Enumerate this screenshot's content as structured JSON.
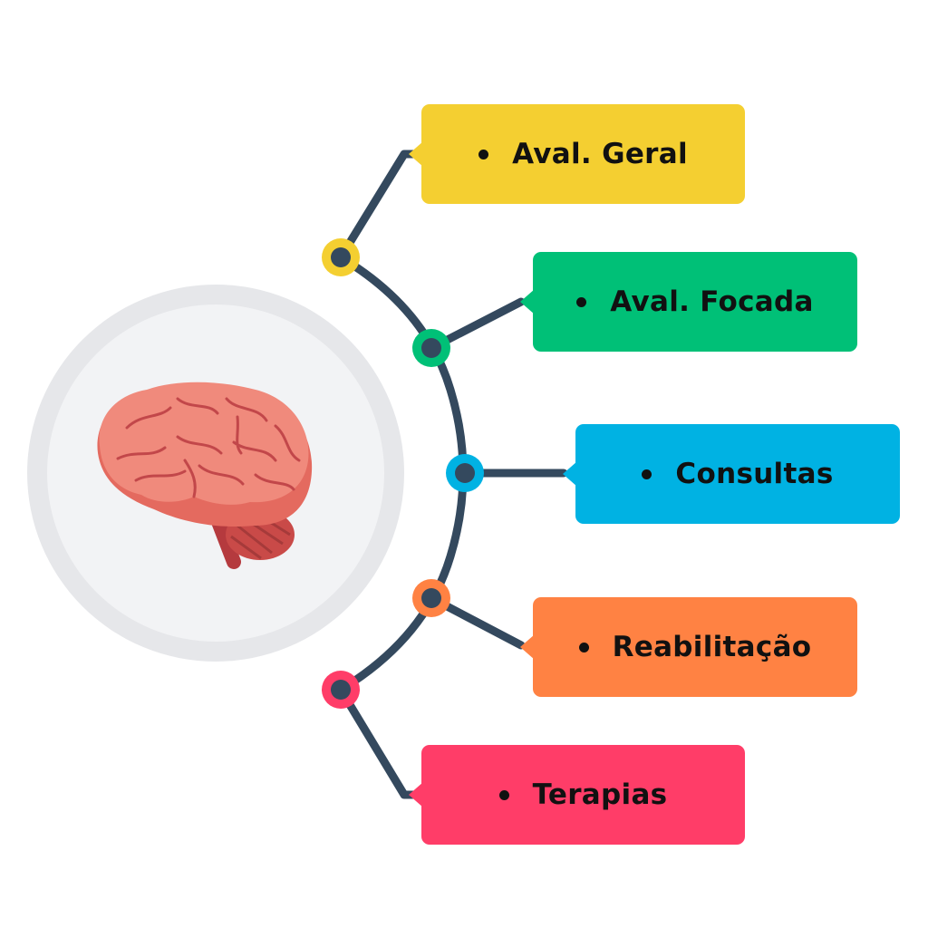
{
  "branches": [
    {
      "label": "Aval. Geral",
      "color": "#F4CF31"
    },
    {
      "label": "Aval. Focada",
      "color": "#00C077"
    },
    {
      "label": "Consultas",
      "color": "#00B2E3"
    },
    {
      "label": "Reabilitação",
      "color": "#FF8243"
    },
    {
      "label": "Terapias",
      "color": "#FF3D68"
    }
  ],
  "colors": {
    "line": "#34495E",
    "node_center": "#34495E",
    "circle_outer": "#E6E7EA",
    "circle_inner": "#F2F3F5",
    "brain_main": "#F08A7C",
    "brain_dark": "#E46A5F",
    "brain_lines": "#C2474A",
    "cerebellum": "#C94A48",
    "stem": "#B53A3E"
  },
  "icons": {
    "center": "brain-icon"
  }
}
